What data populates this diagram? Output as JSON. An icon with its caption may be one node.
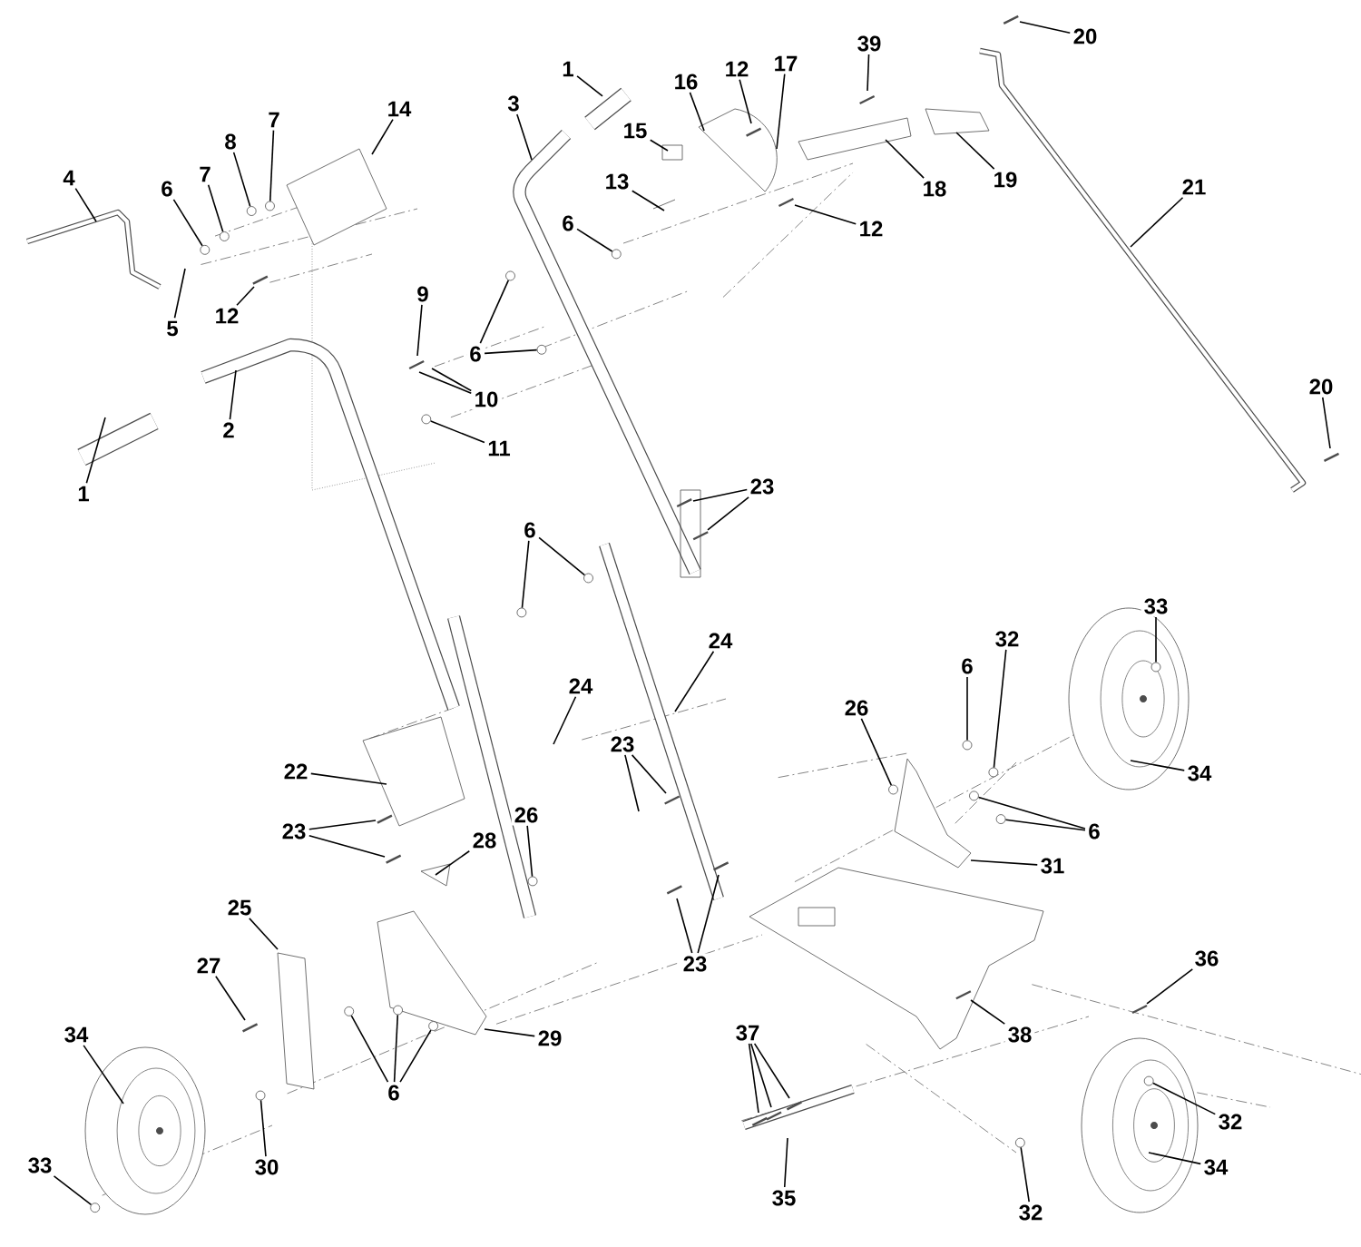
{
  "diagram": {
    "nodes": [
      {
        "text": [
          "1"
        ]
      },
      {
        "text": [
          "3"
        ]
      },
      {
        "text": [
          "16"
        ]
      },
      {
        "text": [
          "12"
        ]
      },
      {
        "text": [
          "17"
        ]
      },
      {
        "text": [
          "39"
        ]
      },
      {
        "text": [
          "20"
        ]
      },
      {
        "text": [
          "15"
        ]
      },
      {
        "text": [
          "13"
        ]
      },
      {
        "text": [
          "6"
        ]
      },
      {
        "text": [
          "18"
        ]
      },
      {
        "text": [
          "19"
        ]
      },
      {
        "text": [
          "12"
        ]
      },
      {
        "text": [
          "21"
        ]
      },
      {
        "text": [
          "4"
        ]
      },
      {
        "text": [
          "6"
        ]
      },
      {
        "text": [
          "7"
        ]
      },
      {
        "text": [
          "8"
        ]
      },
      {
        "text": [
          "7"
        ]
      },
      {
        "text": [
          "14"
        ]
      },
      {
        "text": [
          "5"
        ]
      },
      {
        "text": [
          "12"
        ]
      },
      {
        "text": [
          "9"
        ]
      },
      {
        "text": [
          "10"
        ]
      },
      {
        "text": [
          "6"
        ]
      },
      {
        "text": [
          "2"
        ]
      },
      {
        "text": [
          "1"
        ]
      },
      {
        "text": [
          "11"
        ]
      },
      {
        "text": [
          "20"
        ]
      },
      {
        "text": [
          "23"
        ]
      },
      {
        "text": [
          "6"
        ]
      },
      {
        "text": [
          "33"
        ]
      },
      {
        "text": [
          "24"
        ]
      },
      {
        "text": [
          "32"
        ]
      },
      {
        "text": [
          "6"
        ]
      },
      {
        "text": [
          "26"
        ]
      },
      {
        "text": [
          "34"
        ]
      },
      {
        "text": [
          "6"
        ]
      },
      {
        "text": [
          "31"
        ]
      },
      {
        "text": [
          "24"
        ]
      },
      {
        "text": [
          "22"
        ]
      },
      {
        "text": [
          "23"
        ]
      },
      {
        "text": [
          "23"
        ]
      },
      {
        "text": [
          "28"
        ]
      },
      {
        "text": [
          "26"
        ]
      },
      {
        "text": [
          "23"
        ]
      },
      {
        "text": [
          "25"
        ]
      },
      {
        "text": [
          "27"
        ]
      },
      {
        "text": [
          "29"
        ]
      },
      {
        "text": [
          "6"
        ]
      },
      {
        "text": [
          "34"
        ]
      },
      {
        "text": [
          "30"
        ]
      },
      {
        "text": [
          "33"
        ]
      },
      {
        "text": [
          "36"
        ]
      },
      {
        "text": [
          "38"
        ]
      },
      {
        "text": [
          "37"
        ]
      },
      {
        "text": [
          "35"
        ]
      },
      {
        "text": [
          "32"
        ]
      },
      {
        "text": [
          "34"
        ]
      },
      {
        "text": [
          "32"
        ]
      },
      {
        "text": [],
        "shape": "circle"
      },
      {
        "text": [],
        "shape": "circle"
      },
      {
        "text": [],
        "shape": "circle"
      },
      {
        "text": [],
        "shape": "circle"
      },
      {
        "text": [],
        "shape": "circle"
      },
      {
        "text": [],
        "shape": "circle"
      },
      {
        "text": [],
        "shape": "circle"
      },
      {
        "text": [],
        "shape": "circle"
      },
      {
        "text": [],
        "shape": "circle"
      },
      {
        "text": [],
        "shape": "circle"
      },
      {
        "text": [],
        "shape": "circle"
      },
      {
        "text": [],
        "shape": "circle"
      },
      {
        "text": [],
        "shape": "circle"
      },
      {
        "text": [],
        "shape": "circle"
      },
      {
        "text": [],
        "shape": "circle"
      },
      {
        "text": [],
        "shape": "circle"
      },
      {
        "text": [],
        "shape": "circle"
      },
      {
        "text": [],
        "shape": "circle"
      },
      {
        "text": [],
        "shape": "circle"
      },
      {
        "text": [],
        "shape": "circle"
      },
      {
        "text": [],
        "shape": "circle"
      },
      {
        "text": [],
        "shape": "circle"
      },
      {
        "text": [],
        "shape": "circle"
      },
      {
        "text": [],
        "shape": "circle"
      }
    ],
    "edges": [
      {
        "from": 0,
        "to": null,
        "arrow": "none"
      },
      {
        "from": 1,
        "to": null,
        "arrow": "none"
      },
      {
        "from": 2,
        "to": null,
        "arrow": "none"
      },
      {
        "from": 3,
        "to": null,
        "arrow": "none"
      },
      {
        "from": 4,
        "to": null,
        "arrow": "none"
      },
      {
        "from": 5,
        "to": null,
        "arrow": "none"
      },
      {
        "from": 6,
        "to": null,
        "arrow": "none"
      },
      {
        "from": 7,
        "to": null,
        "arrow": "none"
      },
      {
        "from": 8,
        "to": null,
        "arrow": "none"
      },
      {
        "from": 9,
        "to": 64,
        "arrow": "none"
      },
      {
        "from": 10,
        "to": null,
        "arrow": "none"
      },
      {
        "from": 11,
        "to": null,
        "arrow": "none"
      },
      {
        "from": 12,
        "to": null,
        "arrow": "none"
      },
      {
        "from": 13,
        "to": null,
        "arrow": "none"
      },
      {
        "from": 14,
        "to": null,
        "arrow": "none"
      },
      {
        "from": 15,
        "to": 63,
        "arrow": "none"
      },
      {
        "from": 16,
        "to": 62,
        "arrow": "none"
      },
      {
        "from": 17,
        "to": 61,
        "arrow": "none"
      },
      {
        "from": 18,
        "to": 60,
        "arrow": "none"
      },
      {
        "from": 19,
        "to": null,
        "arrow": "none"
      },
      {
        "from": 20,
        "to": null,
        "arrow": "none"
      },
      {
        "from": 21,
        "to": null,
        "arrow": "none"
      },
      {
        "from": 22,
        "to": null,
        "arrow": "none"
      },
      {
        "from": 23,
        "to": null,
        "arrow": "none"
      },
      {
        "from": 23,
        "to": null,
        "arrow": "none"
      },
      {
        "from": 24,
        "to": 65,
        "arrow": "none"
      },
      {
        "from": 24,
        "to": 66,
        "arrow": "none"
      },
      {
        "from": 25,
        "to": null,
        "arrow": "none"
      },
      {
        "from": 26,
        "to": null,
        "arrow": "none"
      },
      {
        "from": 27,
        "to": 67,
        "arrow": "none"
      },
      {
        "from": 28,
        "to": null,
        "arrow": "none"
      },
      {
        "from": 29,
        "to": null,
        "arrow": "none"
      },
      {
        "from": 29,
        "to": null,
        "arrow": "none"
      },
      {
        "from": 30,
        "to": 68,
        "arrow": "none"
      },
      {
        "from": 30,
        "to": 69,
        "arrow": "none"
      },
      {
        "from": 31,
        "to": 70,
        "arrow": "none"
      },
      {
        "from": 32,
        "to": null,
        "arrow": "none"
      },
      {
        "from": 33,
        "to": 72,
        "arrow": "none"
      },
      {
        "from": 34,
        "to": 71,
        "arrow": "none"
      },
      {
        "from": 35,
        "to": 73,
        "arrow": "none"
      },
      {
        "from": 36,
        "to": null,
        "arrow": "none"
      },
      {
        "from": 37,
        "to": 74,
        "arrow": "none"
      },
      {
        "from": 37,
        "to": 75,
        "arrow": "none"
      },
      {
        "from": 38,
        "to": null,
        "arrow": "none"
      },
      {
        "from": 39,
        "to": null,
        "arrow": "none"
      },
      {
        "from": 40,
        "to": null,
        "arrow": "none"
      },
      {
        "from": 41,
        "to": null,
        "arrow": "none"
      },
      {
        "from": 41,
        "to": null,
        "arrow": "none"
      },
      {
        "from": 42,
        "to": null,
        "arrow": "none"
      },
      {
        "from": 42,
        "to": null,
        "arrow": "none"
      },
      {
        "from": 43,
        "to": null,
        "arrow": "none"
      },
      {
        "from": 44,
        "to": 76,
        "arrow": "none"
      },
      {
        "from": 45,
        "to": null,
        "arrow": "none"
      },
      {
        "from": 45,
        "to": null,
        "arrow": "none"
      },
      {
        "from": 46,
        "to": null,
        "arrow": "none"
      },
      {
        "from": 47,
        "to": null,
        "arrow": "none"
      },
      {
        "from": 48,
        "to": null,
        "arrow": "none"
      },
      {
        "from": 49,
        "to": 77,
        "arrow": "none"
      },
      {
        "from": 49,
        "to": 78,
        "arrow": "none"
      },
      {
        "from": 49,
        "to": 79,
        "arrow": "none"
      },
      {
        "from": 50,
        "to": null,
        "arrow": "none"
      },
      {
        "from": 51,
        "to": 81,
        "arrow": "none"
      },
      {
        "from": 52,
        "to": 83,
        "arrow": "none"
      },
      {
        "from": 53,
        "to": null,
        "arrow": "none"
      },
      {
        "from": 54,
        "to": null,
        "arrow": "none"
      },
      {
        "from": 55,
        "to": null,
        "arrow": "none"
      },
      {
        "from": 55,
        "to": null,
        "arrow": "none"
      },
      {
        "from": 55,
        "to": null,
        "arrow": "none"
      },
      {
        "from": 56,
        "to": null,
        "arrow": "none"
      },
      {
        "from": 57,
        "to": 80,
        "arrow": "none"
      },
      {
        "from": 58,
        "to": null,
        "arrow": "none"
      },
      {
        "from": 59,
        "to": 82,
        "arrow": "none"
      }
    ]
  }
}
